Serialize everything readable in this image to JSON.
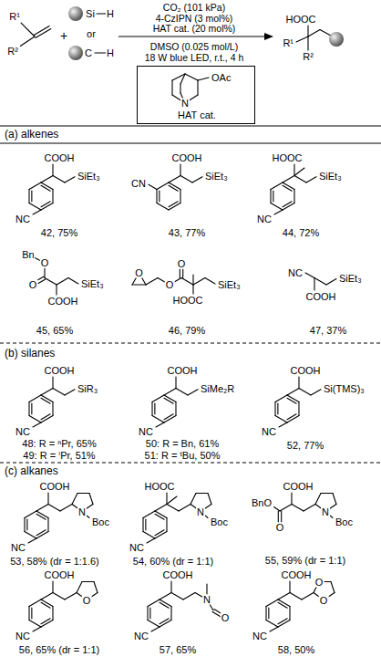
{
  "diagram": {
    "nodes": [
      {
        "text": [
          "N",
          "OAc",
          "HAT cat."
        ]
      }
    ],
    "labels": [
      "R¹",
      "R²",
      "+",
      "Si",
      "H",
      "or",
      "C",
      "H",
      "CO₂ (101 kPa)",
      "4-CzIPN (3 mol%)",
      "HAT cat. (20 mol%)",
      "DMSO (0.025 mol/L)",
      "18 W blue LED, r.t., 4 h",
      "HOOC",
      "R¹",
      "R²",
      "(a) alkenes",
      "COOH",
      "SiEt₃",
      "NC",
      "42, 75%",
      "COOH",
      "SiEt₃",
      "CN",
      "43, 77%",
      "HOOC",
      "SiEt₃",
      "NC",
      "44, 72%",
      "Bn",
      "O",
      "O",
      "COOH",
      "SiEt₃",
      "45, 65%",
      "O",
      "O",
      "O",
      "HOOC",
      "SiEt₃",
      "46, 79%",
      "NC",
      "COOH",
      "SiEt₃",
      "47, 37%",
      "(b) silanes",
      "COOH",
      "SiR₃",
      "NC",
      "48: R = ⁿPr, 65%",
      "49: R = ⁱPr, 51%",
      "COOH",
      "SiMe₂R",
      "NC",
      "50: R = Bn, 61%",
      "51: R = ᵗBu, 50%",
      "COOH",
      "Si(TMS)₃",
      "NC",
      "52, 77%",
      "(c) alkanes",
      "COOH",
      "N",
      "Boc",
      "NC",
      "53, 58% (dr = 1:1.6)",
      "HOOC",
      "N",
      "Boc",
      "NC",
      "54, 60% (dr = 1:1)",
      "BnO",
      "O",
      "COOH",
      "N",
      "Boc",
      "55, 59% (dr = 1:1)",
      "COOH",
      "O",
      "NC",
      "56, 65% (dr = 1:1)",
      "COOH",
      "N",
      "O",
      "NC",
      "57, 65%",
      "COOH",
      "O",
      "O",
      "NC",
      "58, 50%"
    ]
  }
}
